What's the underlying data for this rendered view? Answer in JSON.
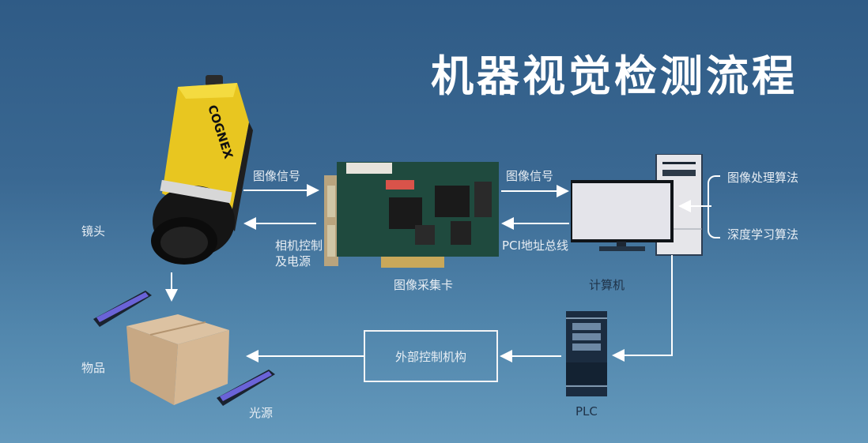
{
  "title": "机器视觉检测流程",
  "camera": {
    "brand": "COGNEX",
    "label": "镜头"
  },
  "capture_card": {
    "label": "图像采集卡"
  },
  "arrows": {
    "camera_to_card": "图像信号",
    "card_to_camera_line1": "相机控制",
    "card_to_camera_line2": "及电源",
    "card_to_computer": "图像信号",
    "computer_to_card": "PCI地址总线"
  },
  "computer": {
    "label": "计算机"
  },
  "algorithms": [
    "图像处理算法",
    "深度学习算法"
  ],
  "external_control": {
    "label": "外部控制机构"
  },
  "plc": {
    "label": "PLC"
  },
  "object": {
    "label": "物品"
  },
  "light": {
    "label": "光源"
  },
  "colors": {
    "bg_top": "#2f5b86",
    "bg_bottom": "#6499bc",
    "camera_yellow": "#f2d43a",
    "light_blue": "#6a63d8",
    "box": "#cfae8a"
  }
}
